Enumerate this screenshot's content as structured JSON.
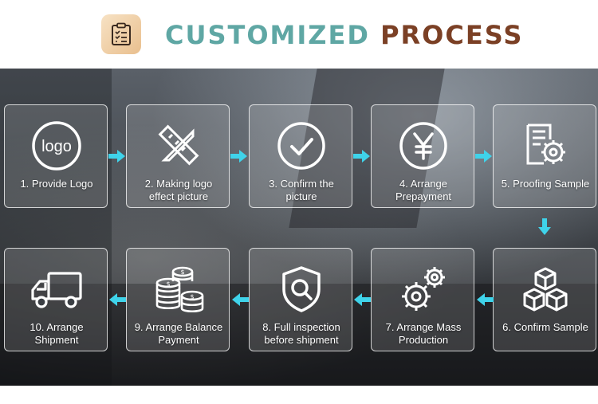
{
  "header": {
    "title_part1": "CUSTOMIZED",
    "title_part2": "PROCESS",
    "icon": "clipboard-checklist-icon"
  },
  "colors": {
    "title_part1": "#5fa7a4",
    "title_part2": "#7b4025",
    "arrow": "#3fd3ea",
    "card_border": "#ffffff"
  },
  "steps": [
    {
      "line1": "1. Provide Logo",
      "line2": "",
      "icon": "logo-circle-icon"
    },
    {
      "line1": "2. Making logo",
      "line2": "effect picture",
      "icon": "pencil-ruler-icon"
    },
    {
      "line1": "3. Confirm the",
      "line2": "picture",
      "icon": "check-circle-icon"
    },
    {
      "line1": "4. Arrange",
      "line2": "Prepayment",
      "icon": "yen-circle-icon"
    },
    {
      "line1": "5. Proofing Sample",
      "line2": "",
      "icon": "document-gear-icon"
    },
    {
      "line1": "6. Confirm Sample",
      "line2": "",
      "icon": "boxes-icon"
    },
    {
      "line1": "7. Arrange Mass",
      "line2": "Production",
      "icon": "gears-icon"
    },
    {
      "line1": "8. Full inspection",
      "line2": "before shipment",
      "icon": "shield-search-icon"
    },
    {
      "line1": "9. Arrange Balance",
      "line2": "Payment",
      "icon": "coin-stacks-icon"
    },
    {
      "line1": "10. Arrange",
      "line2": "Shipment",
      "icon": "truck-icon"
    }
  ],
  "logo_text": "logo"
}
